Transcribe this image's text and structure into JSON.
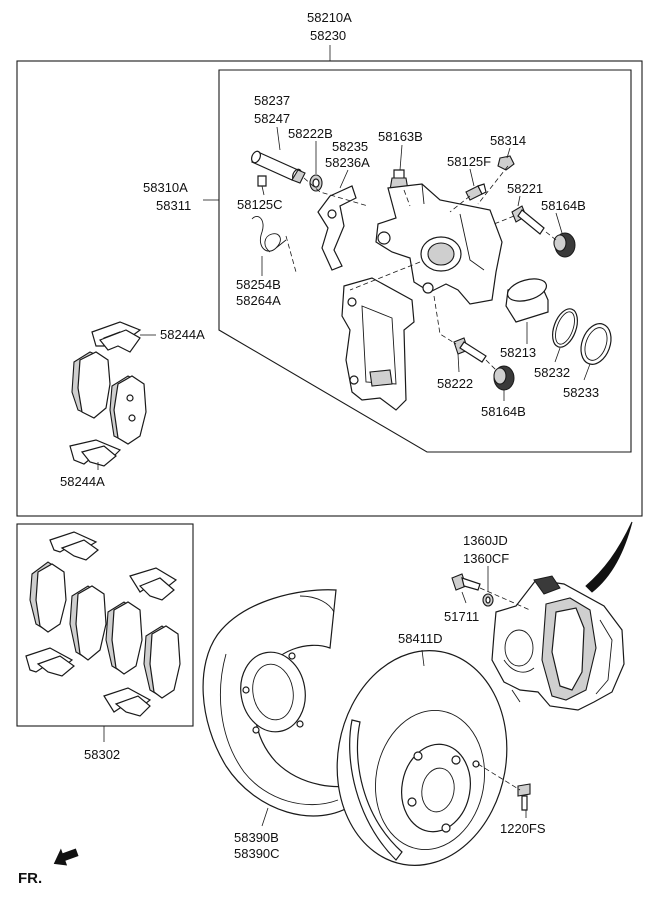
{
  "labels": {
    "caliper_assy": "58210A",
    "caliper_assy_alt": "58230",
    "caliper_body": "58310A",
    "caliper_body_alt": "58311",
    "guide_rod": "58237",
    "guide_rod_alt": "58247",
    "bleeder_cap": "58222B",
    "bolt_boot": "58235",
    "bolt_boot_alt": "58236A",
    "bleeder_screw": "58163B",
    "guide_bolt": "58314",
    "bleeder_fitting": "58125F",
    "rod_pin": "58221",
    "bush_top": "58164B",
    "small_cap": "58125C",
    "spring_clip": "58254B",
    "spring_clip_alt": "58264A",
    "piston": "58213",
    "piston_seal": "58232",
    "piston_boot": "58233",
    "lower_pin": "58222",
    "bush_bottom": "58164B",
    "pad_shim_top": "58244A",
    "pad_shim_bottom": "58244A",
    "pad_kit": "58302",
    "bolt_top": "1360JD",
    "bolt_top_alt": "1360CF",
    "washer": "51711",
    "disc": "58411D",
    "dust_cover": "58390B",
    "dust_cover_alt": "58390C",
    "disc_screw": "1220FS",
    "front_marker": "FR."
  }
}
